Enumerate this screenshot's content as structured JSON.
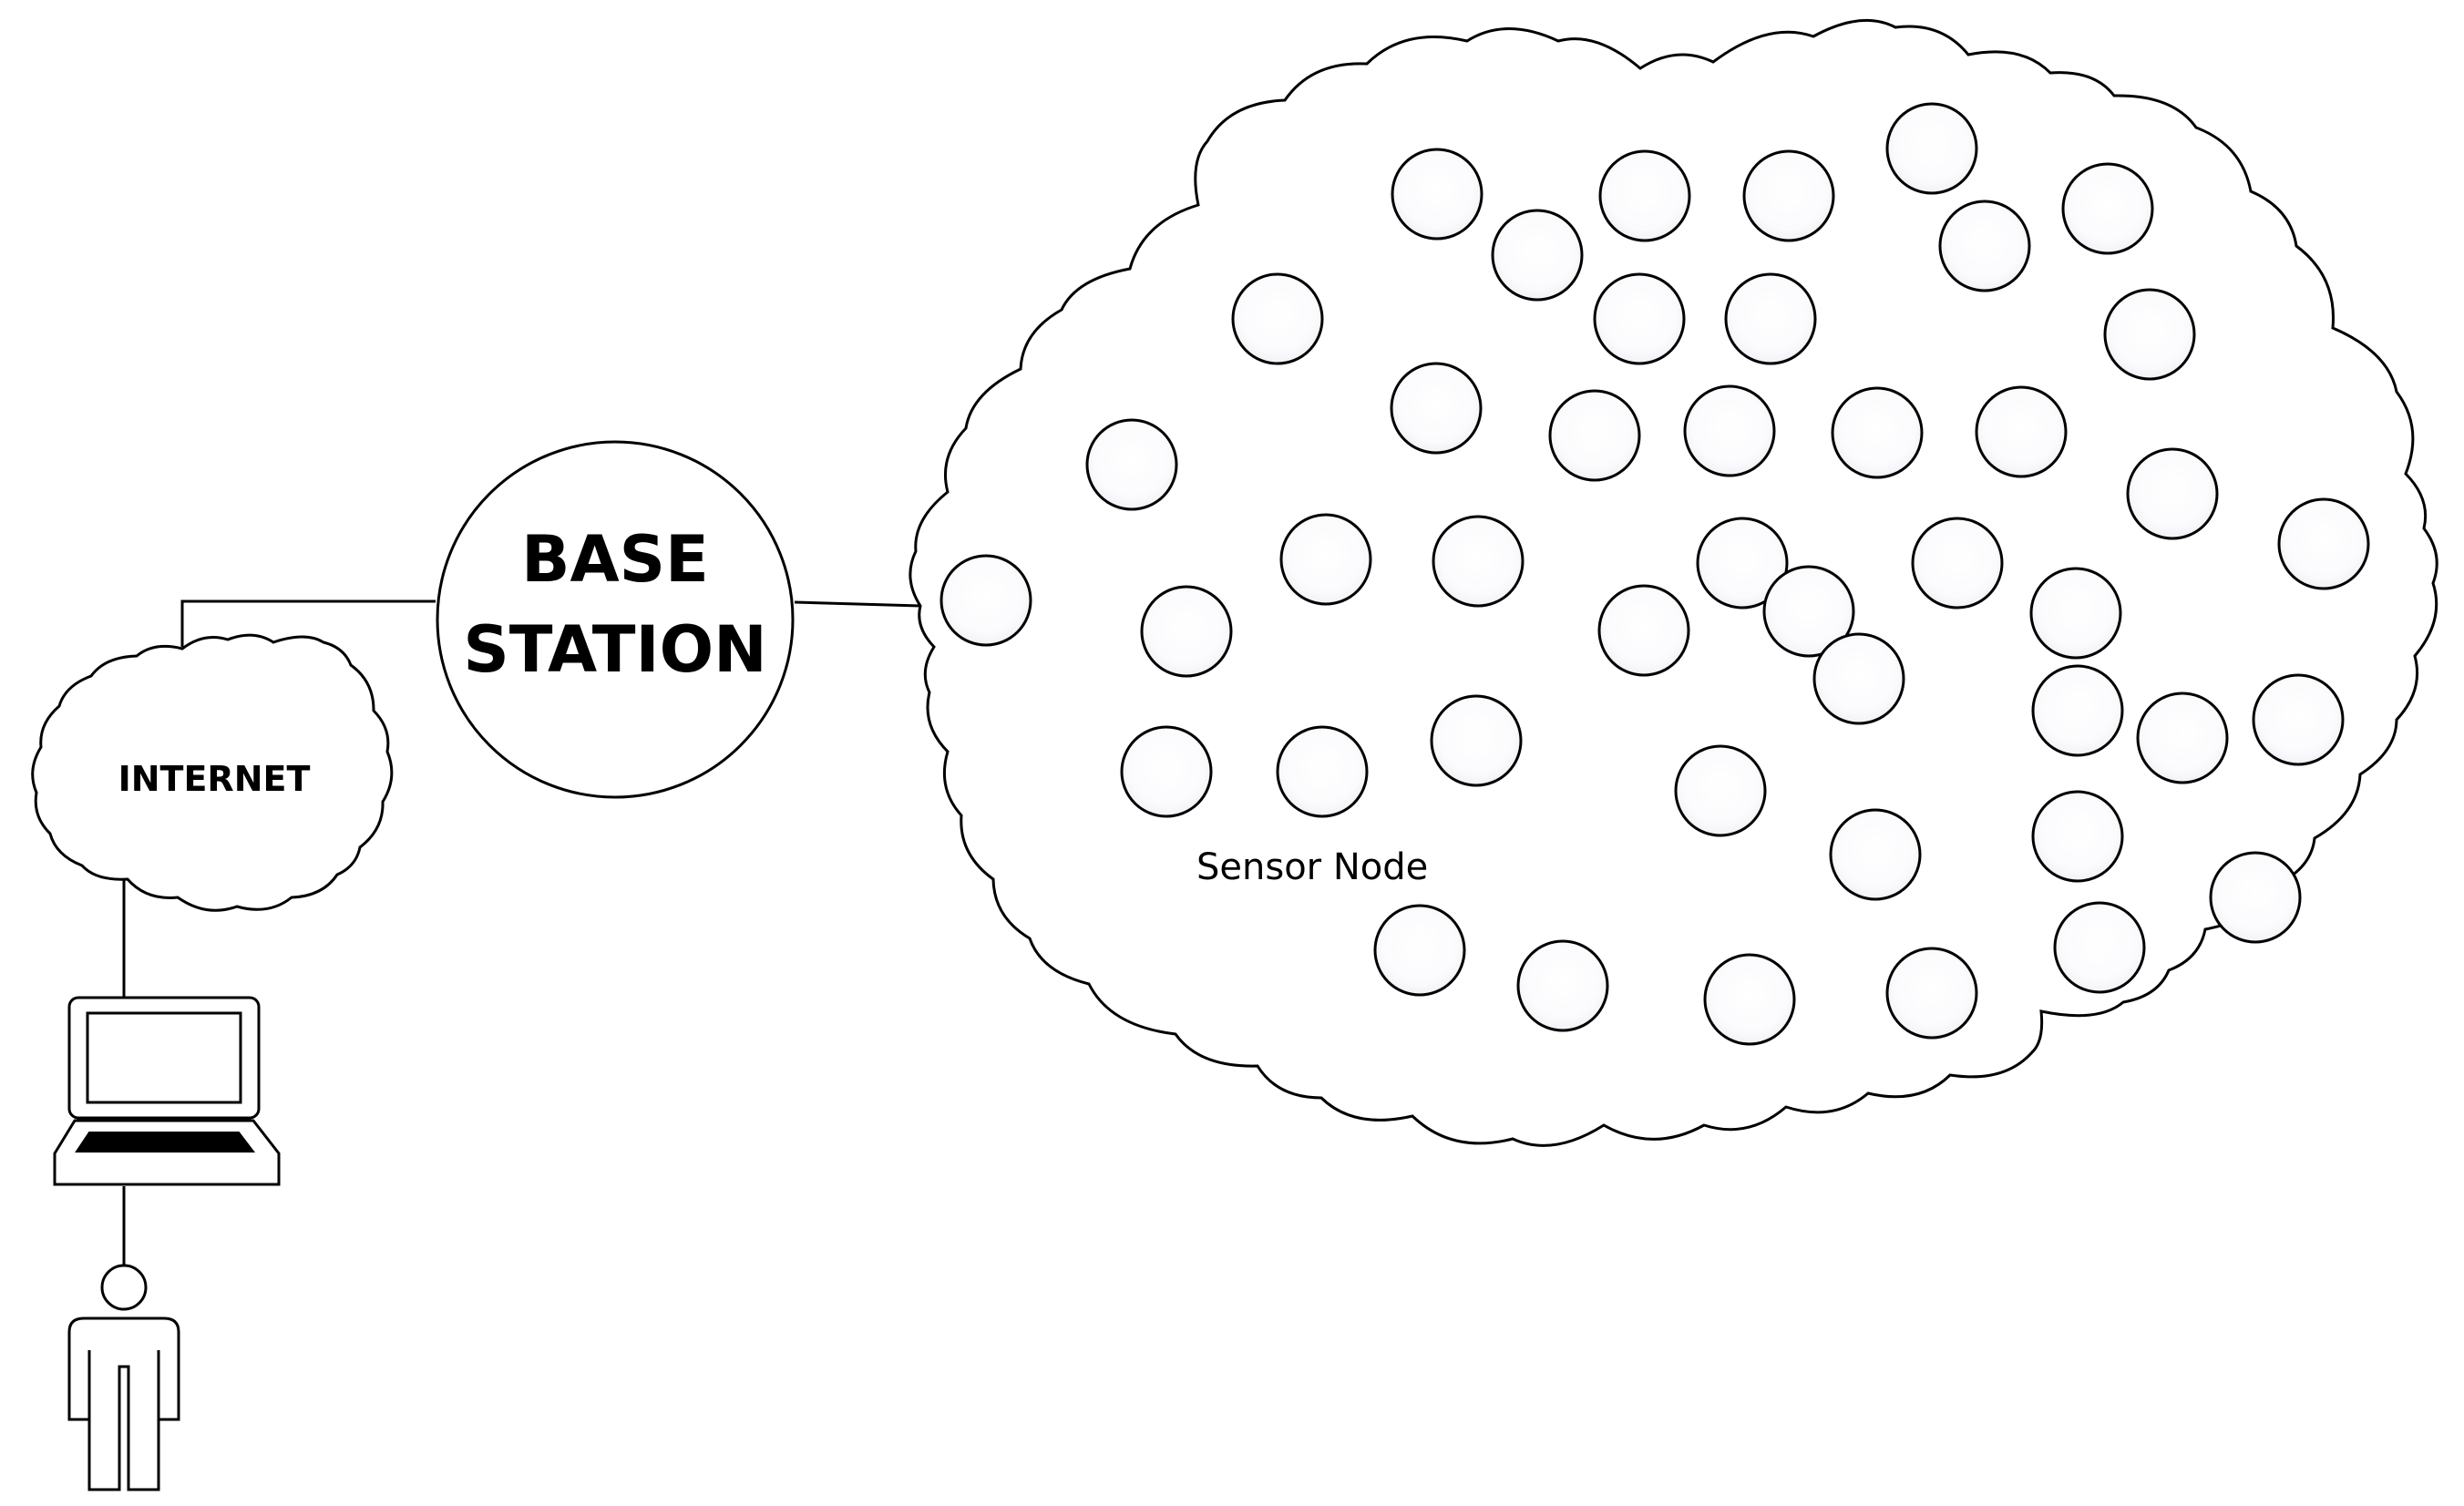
{
  "base_station": {
    "label_line1": "BASE",
    "label_line2": "STATION"
  },
  "internet": {
    "label": "INTERNET"
  },
  "sensor_field": {
    "label": "Sensor Node"
  },
  "icons": [
    "cloud-icon",
    "laptop-icon",
    "user-icon",
    "sensor-node-icon"
  ],
  "colors": {
    "stroke": "#000000",
    "background": "#ffffff"
  }
}
